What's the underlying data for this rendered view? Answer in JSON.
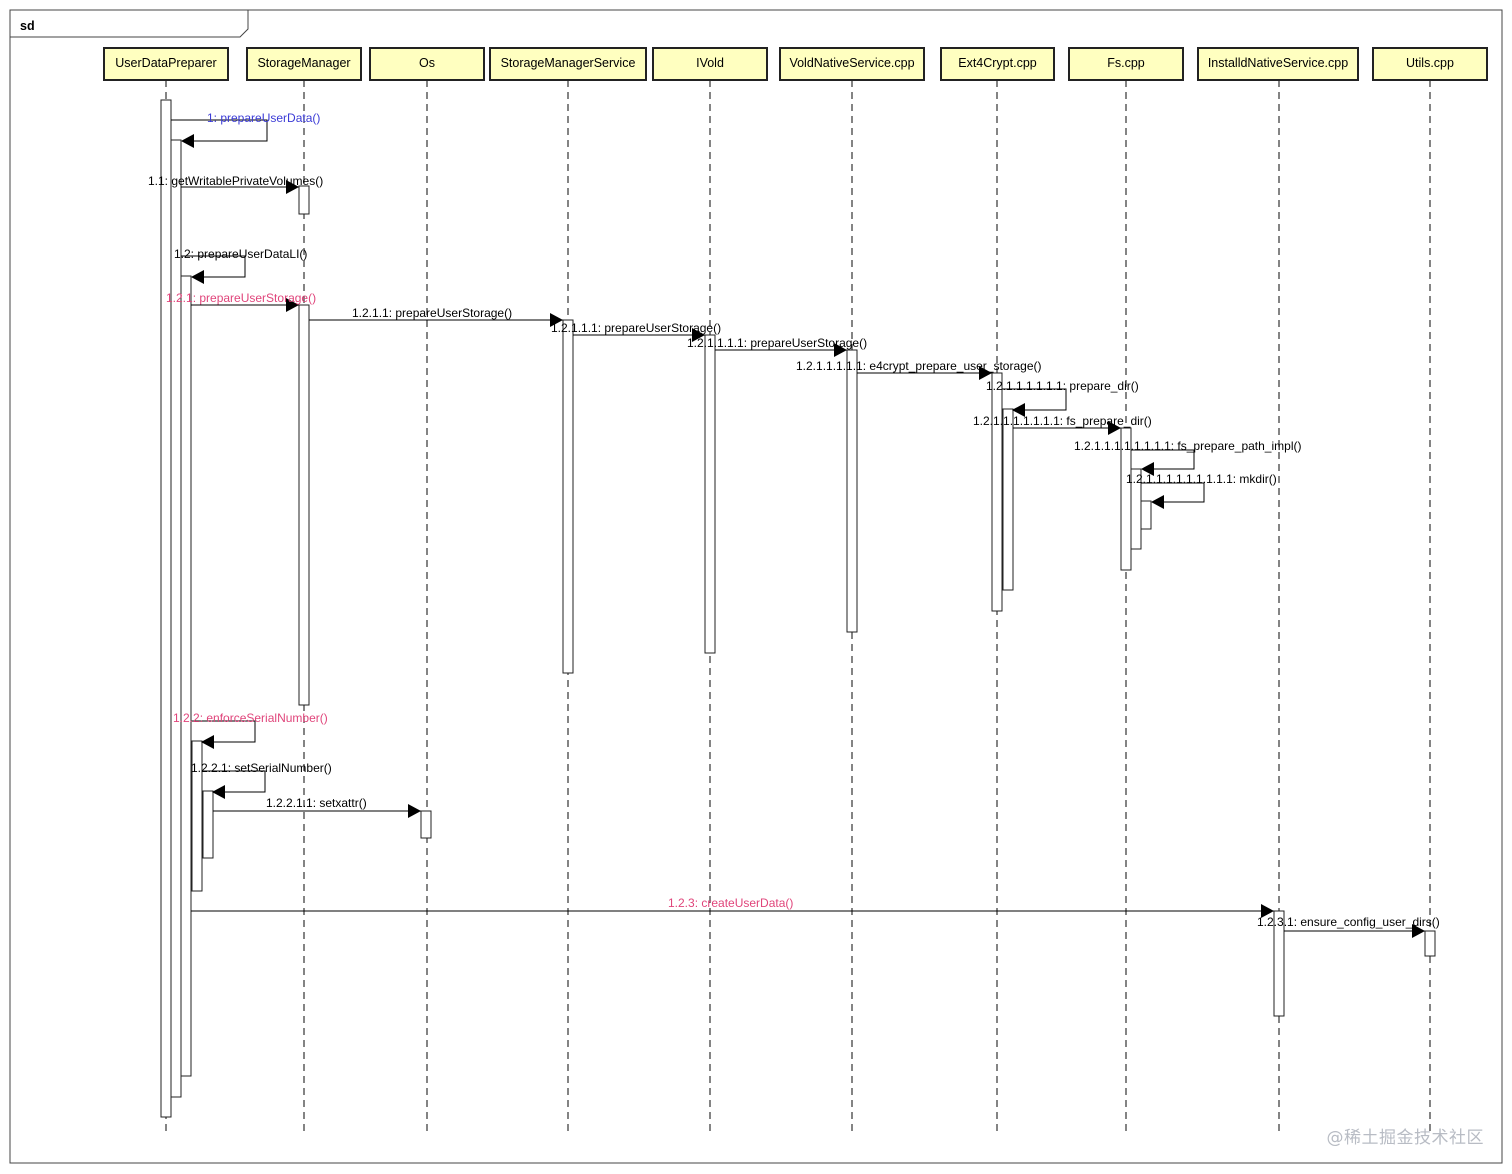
{
  "frame": {
    "label": "sd"
  },
  "lifelines": [
    {
      "id": "udp",
      "name": "UserDataPreparer"
    },
    {
      "id": "sm",
      "name": "StorageManager"
    },
    {
      "id": "os",
      "name": "Os"
    },
    {
      "id": "sms",
      "name": "StorageManagerService"
    },
    {
      "id": "ivold",
      "name": "IVold"
    },
    {
      "id": "vns",
      "name": "VoldNativeService.cpp"
    },
    {
      "id": "e4c",
      "name": "Ext4Crypt.cpp"
    },
    {
      "id": "fs",
      "name": "Fs.cpp"
    },
    {
      "id": "ins",
      "name": "InstalldNativeService.cpp"
    },
    {
      "id": "utils",
      "name": "Utils.cpp"
    }
  ],
  "messages": [
    {
      "label": "1: prepareUserData()",
      "from": "udp",
      "to": "udp",
      "color": "#3b3bd6"
    },
    {
      "label": "1.1: getWritablePrivateVolumes()",
      "from": "udp",
      "to": "sm",
      "color": "#000000"
    },
    {
      "label": "1.2: prepareUserDataLI()",
      "from": "udp",
      "to": "udp",
      "color": "#000000"
    },
    {
      "label": "1.2.1: prepareUserStorage()",
      "from": "udp",
      "to": "sm",
      "color": "#e0457b"
    },
    {
      "label": "1.2.1.1: prepareUserStorage()",
      "from": "sm",
      "to": "sms",
      "color": "#000000"
    },
    {
      "label": "1.2.1.1.1: prepareUserStorage()",
      "from": "sms",
      "to": "ivold",
      "color": "#000000"
    },
    {
      "label": "1.2.1.1.1.1: prepareUserStorage()",
      "from": "ivold",
      "to": "vns",
      "color": "#000000"
    },
    {
      "label": "1.2.1.1.1.1.1: e4crypt_prepare_user_storage()",
      "from": "vns",
      "to": "e4c",
      "color": "#000000"
    },
    {
      "label": "1.2.1.1.1.1.1.1: prepare_dir()",
      "from": "e4c",
      "to": "e4c",
      "color": "#000000"
    },
    {
      "label": "1.2.1.1.1.1.1.1.1: fs_prepare_dir()",
      "from": "e4c",
      "to": "fs",
      "color": "#000000"
    },
    {
      "label": "1.2.1.1.1.1.1.1.1.1: fs_prepare_path_impl()",
      "from": "fs",
      "to": "fs",
      "color": "#000000"
    },
    {
      "label": "1.2.1.1.1.1.1.1.1.1.1: mkdir()",
      "from": "fs",
      "to": "fs",
      "color": "#000000"
    },
    {
      "label": "1.2.2: enforceSerialNumber()",
      "from": "udp",
      "to": "udp",
      "color": "#e0457b"
    },
    {
      "label": "1.2.2.1: setSerialNumber()",
      "from": "udp",
      "to": "udp",
      "color": "#000000"
    },
    {
      "label": "1.2.2.1.1: setxattr()",
      "from": "udp",
      "to": "os",
      "color": "#000000"
    },
    {
      "label": "1.2.3: createUserData()",
      "from": "udp",
      "to": "ins",
      "color": "#e0457b"
    },
    {
      "label": "1.2.3.1: ensure_config_user_dirs()",
      "from": "ins",
      "to": "utils",
      "color": "#000000"
    }
  ],
  "watermark": "@稀土掘金技术社区"
}
